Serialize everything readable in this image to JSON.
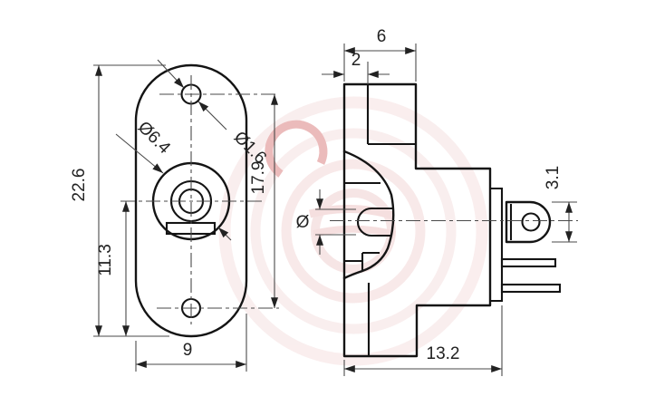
{
  "front_view": {
    "dims": {
      "overall_height": "22.6",
      "hole_spacing": "17.9",
      "center_to_bottom": "11.3",
      "width": "9",
      "mounting_hole_dia": "Ø1.6",
      "boss_dia": "Ø6.4"
    }
  },
  "side_view": {
    "dims": {
      "bushing_length": "6",
      "front_flange_length": "2",
      "pin_dia_symbol": "Ø",
      "lug_width": "3.1",
      "overall_length": "13.2"
    }
  },
  "colors": {
    "line": "#141414",
    "dim_line": "#4a4a4a",
    "text": "#222222",
    "watermark_pink": "#f2d2d2",
    "watermark_red": "#d46a6a",
    "background": "#ffffff"
  }
}
